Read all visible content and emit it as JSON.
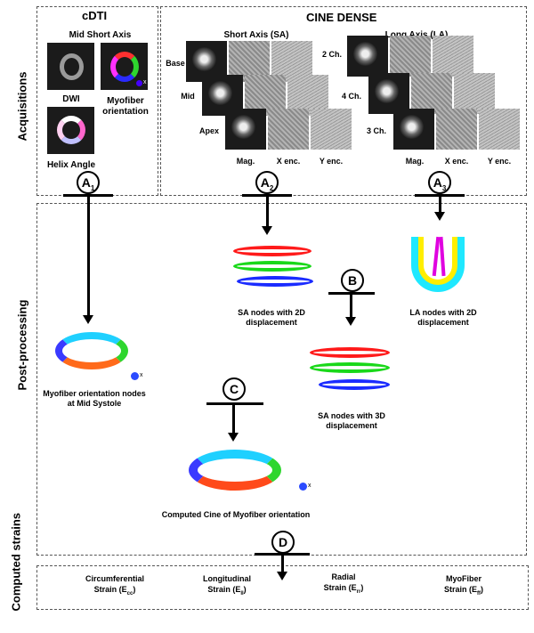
{
  "left_labels": {
    "acquisitions": "Acquisitions",
    "post_processing": "Post-processing",
    "computed_strains": "Computed strains"
  },
  "cdti": {
    "title": "cDTI",
    "mid_short_axis": "Mid Short Axis",
    "dwi": "DWI",
    "myofiber_orientation": "Myofiber orientation",
    "helix_angle": "Helix Angle",
    "axis_mark": "x"
  },
  "cine_dense": {
    "title": "CINE DENSE",
    "short_axis": "Short Axis (SA)",
    "long_axis": "Long Axis (LA)",
    "sa_rows": [
      "Base",
      "Mid",
      "Apex"
    ],
    "la_rows": [
      "2 Ch.",
      "4 Ch.",
      "3 Ch."
    ],
    "cols": [
      "Mag.",
      "X enc.",
      "Y enc."
    ]
  },
  "steps": {
    "a1": "A",
    "a1_sub": "1",
    "a2": "A",
    "a2_sub": "2",
    "a3": "A",
    "a3_sub": "3",
    "b": "B",
    "c": "C",
    "d": "D"
  },
  "nodes": {
    "sa_2d": "SA nodes with 2D displacement",
    "la_2d": "LA nodes with 2D displacement",
    "sa_3d": "SA nodes with 3D displacement",
    "myofiber_mid": "Myofiber orientation nodes at Mid Systole",
    "computed_cine": "Computed Cine of Myofiber orientation",
    "axis_mark": "x"
  },
  "strains": [
    {
      "name": "Circumferential",
      "label": "Strain (E",
      "sub": "cc",
      "close": ")"
    },
    {
      "name": "Longitudinal",
      "label": "Strain (E",
      "sub": "ll",
      "close": ")"
    },
    {
      "name": "Radial",
      "label": "Strain (E",
      "sub": "rr",
      "close": ")"
    },
    {
      "name": "MyoFiber",
      "label": "Strain (E",
      "sub": "ff",
      "close": ")"
    }
  ],
  "colors": {
    "red": "#ff1a1a",
    "green": "#19d819",
    "blue": "#1a2bff",
    "cyan": "#1fe8ff",
    "yellow": "#ffee00",
    "magenta": "#e000e0"
  }
}
